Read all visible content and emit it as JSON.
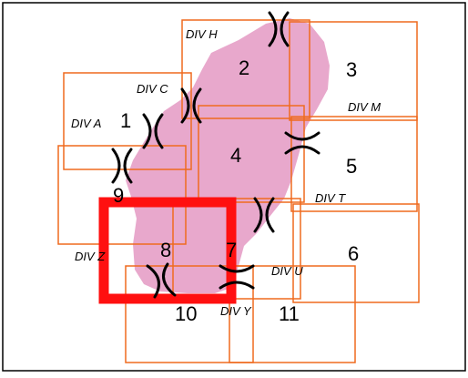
{
  "colors": {
    "tissue": "#e8a8cc",
    "division_box": "#ef6a1e",
    "highlight": "#ff1010",
    "frame": "#000000",
    "junction_marks": "#000000"
  },
  "highlighted_region": "8",
  "regions": [
    {
      "id": "r1",
      "number": "1",
      "label": "DIV A"
    },
    {
      "id": "r2",
      "number": "2",
      "label": "DIV H"
    },
    {
      "id": "r3",
      "number": "3",
      "label": "DIV M"
    },
    {
      "id": "r4",
      "number": "4",
      "label": "DIV C"
    },
    {
      "id": "r5",
      "number": "5",
      "label": "DIV T"
    },
    {
      "id": "r6",
      "number": "6",
      "label": ""
    },
    {
      "id": "r7",
      "number": "7",
      "label": "DIV U"
    },
    {
      "id": "r8",
      "number": "8",
      "label": "DIV Z"
    },
    {
      "id": "r9",
      "number": "9",
      "label": ""
    },
    {
      "id": "r10",
      "number": "10",
      "label": "DIV Y"
    },
    {
      "id": "r11",
      "number": "11",
      "label": ""
    }
  ]
}
